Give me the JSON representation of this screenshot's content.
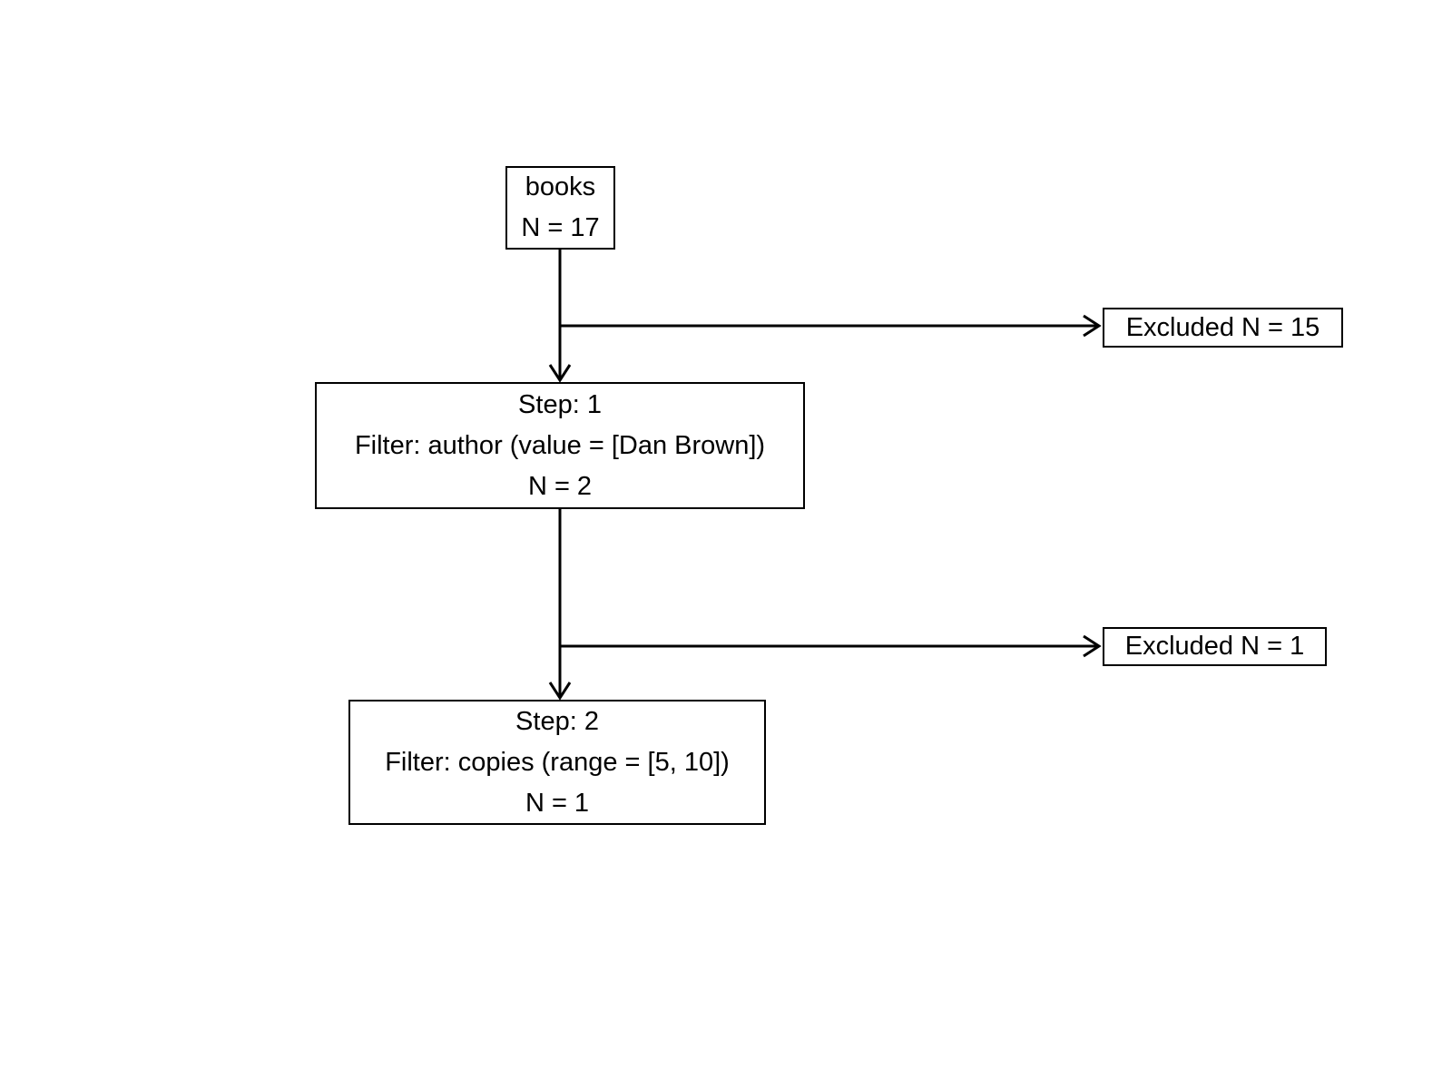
{
  "colors": {
    "background": "#ffffff",
    "box_border": "#000000",
    "text": "#000000",
    "connector_line": "#000000"
  },
  "nodes": {
    "source": {
      "lines": [
        "books",
        "N = 17"
      ]
    },
    "step1": {
      "lines": [
        "Step: 1",
        "Filter: author (value = [Dan Brown])",
        "N = 2"
      ]
    },
    "step2": {
      "lines": [
        "Step: 2",
        "Filter: copies (range = [5, 10])",
        "N = 1"
      ]
    },
    "excluded_step1": {
      "label": "Excluded N = 15"
    },
    "excluded_step2": {
      "label": "Excluded N = 1"
    }
  }
}
